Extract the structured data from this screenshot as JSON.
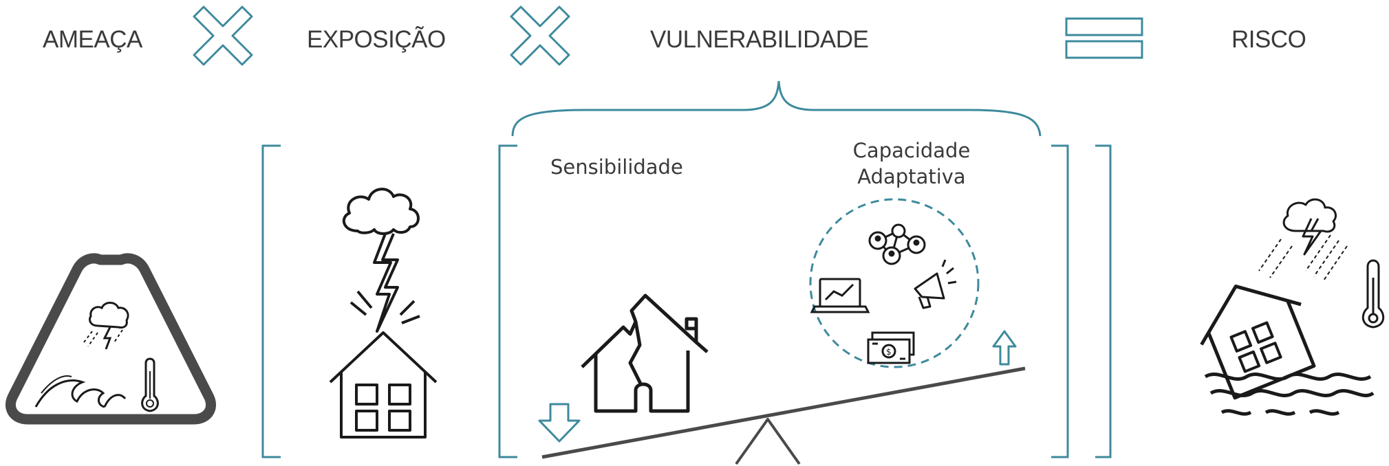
{
  "equation": {
    "threat": "AMEAÇA",
    "exposure": "EXPOSIÇÃO",
    "vulnerability": "VULNERABILIDADE",
    "risk": "RISCO",
    "operator_multiply": "multiply-icon",
    "operator_equals": "equals-icon"
  },
  "vulnerability_parts": {
    "sensitivity": "Sensibilidade",
    "adaptive_capacity_line1": "Capacidade",
    "adaptive_capacity_line2": "Adaptativa"
  },
  "colors": {
    "accent": "#3d8a9c",
    "ink": "#1a1a1a",
    "text": "#3a3a3a",
    "warning_frame": "#4a4a4a"
  }
}
